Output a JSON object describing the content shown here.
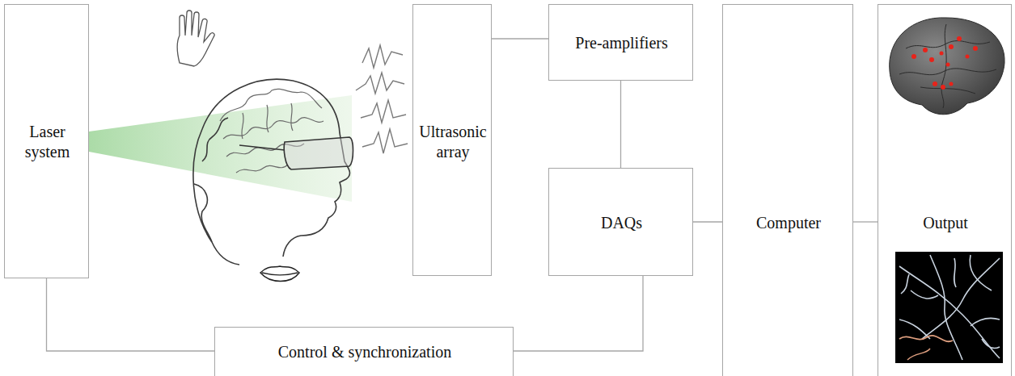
{
  "diagram": {
    "nodes": [
      {
        "text": [
          "Laser system"
        ]
      },
      {
        "text": [
          "Ultrasonic array"
        ]
      },
      {
        "text": [
          "Pre-amplifiers"
        ]
      },
      {
        "text": [
          "DAQs"
        ]
      },
      {
        "text": [
          "Control & synchronization"
        ]
      },
      {
        "text": [
          "Computer"
        ]
      },
      {
        "text": [
          "Output"
        ]
      }
    ],
    "edges": [
      {
        "from": 1,
        "to": 2,
        "arrow": "none"
      },
      {
        "from": 2,
        "to": 3,
        "arrow": "none"
      },
      {
        "from": 3,
        "to": 5,
        "arrow": "none"
      },
      {
        "from": 5,
        "to": 6,
        "arrow": "none"
      },
      {
        "from": 0,
        "to": 4,
        "arrow": "none"
      },
      {
        "from": 4,
        "to": 3,
        "arrow": "none"
      }
    ]
  }
}
